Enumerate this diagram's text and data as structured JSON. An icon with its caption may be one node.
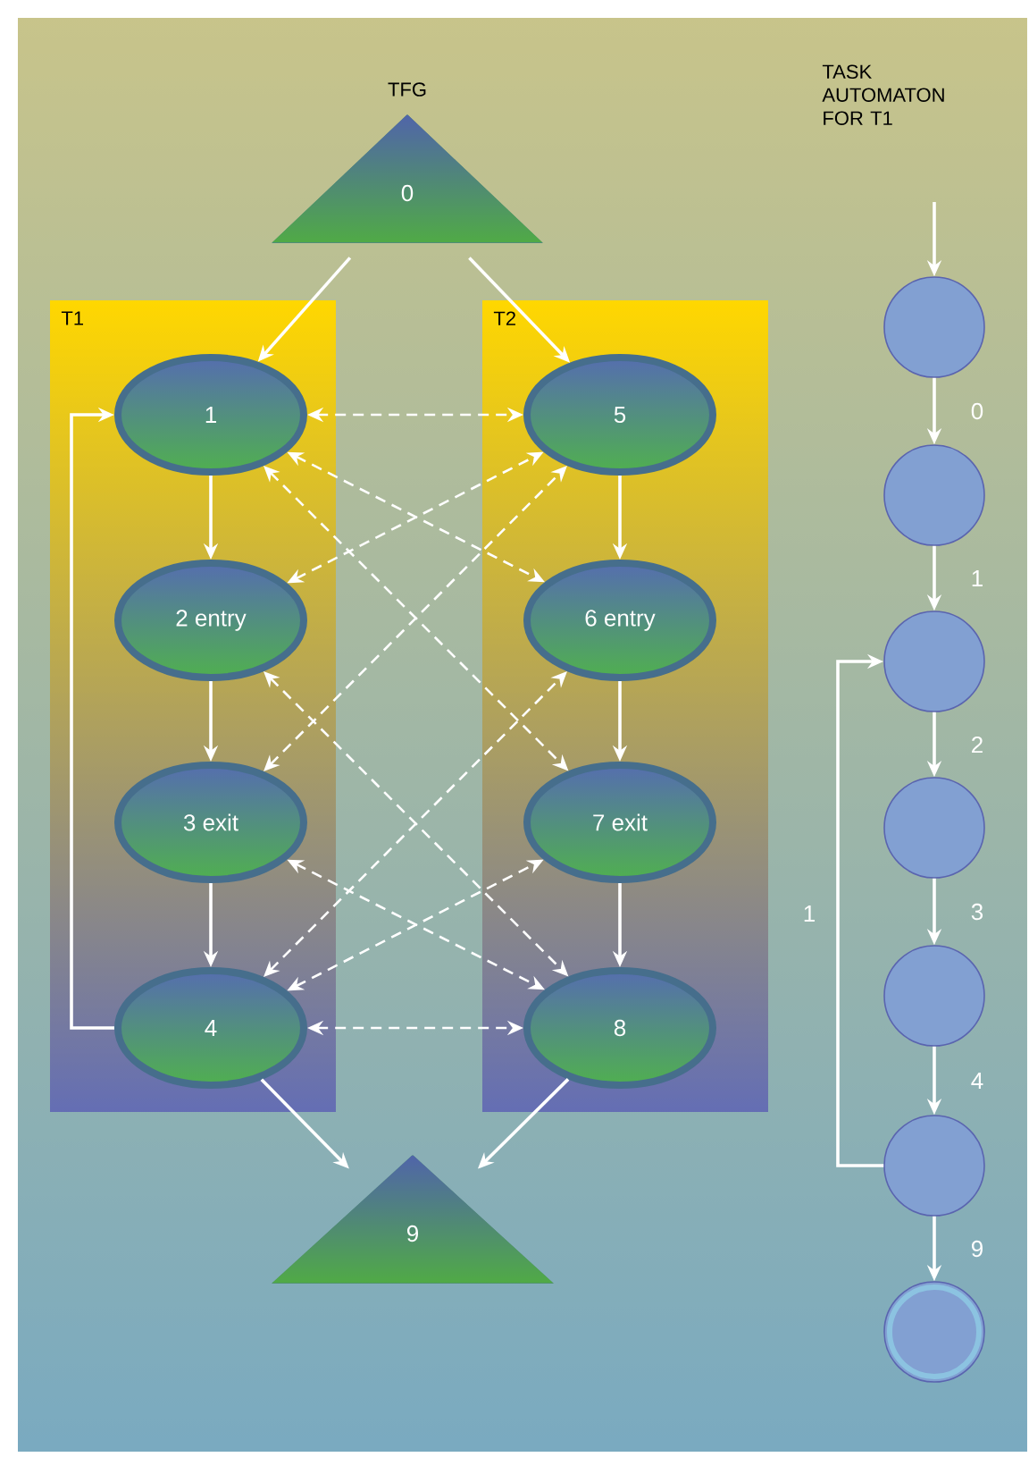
{
  "diagram": {
    "nodes": [
      {
        "text": [
          "TFG",
          "0"
        ]
      },
      {
        "text": [
          "T1"
        ]
      },
      {
        "text": [
          "1"
        ],
        "in": 1
      },
      {
        "text": [
          "2 entry"
        ],
        "in": 1
      },
      {
        "text": [
          "3 exit"
        ],
        "in": 1
      },
      {
        "text": [
          "4"
        ],
        "in": 1
      },
      {
        "text": [
          "T2"
        ]
      },
      {
        "text": [
          "5"
        ],
        "in": 6
      },
      {
        "text": [
          "6 entry"
        ],
        "in": 6
      },
      {
        "text": [
          "7 exit"
        ],
        "in": 6
      },
      {
        "text": [
          "8"
        ],
        "in": 6
      },
      {
        "text": [
          "9"
        ]
      },
      {
        "text": [],
        "shape": "circle"
      },
      {
        "text": [],
        "shape": "circle"
      },
      {
        "text": [],
        "shape": "circle"
      },
      {
        "text": [],
        "shape": "circle"
      },
      {
        "text": [],
        "shape": "circle"
      },
      {
        "text": [],
        "shape": "circle"
      },
      {
        "text": [],
        "shape": "circle"
      }
    ],
    "edges": [
      {
        "from": 0,
        "to": 2,
        "arrow": "to"
      },
      {
        "from": 0,
        "to": 7,
        "arrow": "to"
      },
      {
        "from": 2,
        "to": 3,
        "arrow": "to"
      },
      {
        "from": 3,
        "to": 4,
        "arrow": "to"
      },
      {
        "from": 4,
        "to": 5,
        "arrow": "to"
      },
      {
        "from": 5,
        "to": 2,
        "arrow": "to"
      },
      {
        "from": 7,
        "to": 8,
        "arrow": "to"
      },
      {
        "from": 8,
        "to": 9,
        "arrow": "to"
      },
      {
        "from": 9,
        "to": 10,
        "arrow": "to"
      },
      {
        "from": 5,
        "to": 11,
        "arrow": "to"
      },
      {
        "from": 10,
        "to": 11,
        "arrow": "to"
      },
      {
        "from": 2,
        "to": 7,
        "arrow": "both",
        "style": "dashed"
      },
      {
        "from": 5,
        "to": 10,
        "arrow": "both",
        "style": "dashed"
      },
      {
        "from": 2,
        "to": 8,
        "arrow": "both",
        "style": "dashed"
      },
      {
        "from": 2,
        "to": 9,
        "arrow": "both",
        "style": "dashed"
      },
      {
        "from": 3,
        "to": 10,
        "arrow": "both",
        "style": "dashed"
      },
      {
        "from": 4,
        "to": 10,
        "arrow": "both",
        "style": "dashed"
      },
      {
        "from": 3,
        "to": 7,
        "arrow": "both",
        "style": "dashed"
      },
      {
        "from": 5,
        "to": 9,
        "arrow": "both",
        "style": "dashed"
      },
      {
        "from": 4,
        "to": 7,
        "arrow": "both",
        "style": "dashed"
      },
      {
        "from": 5,
        "to": 8,
        "arrow": "both",
        "style": "dashed"
      },
      {
        "from": null,
        "to": 12,
        "arrow": "to"
      },
      {
        "from": 12,
        "to": 13,
        "arrow": "to",
        "label": "0"
      },
      {
        "from": 13,
        "to": 14,
        "arrow": "to",
        "label": "1"
      },
      {
        "from": 14,
        "to": 15,
        "arrow": "to",
        "label": "2"
      },
      {
        "from": 15,
        "to": 16,
        "arrow": "to",
        "label": "3"
      },
      {
        "from": 16,
        "to": 17,
        "arrow": "to",
        "label": "4"
      },
      {
        "from": 17,
        "to": 14,
        "arrow": "to",
        "label": "1"
      },
      {
        "from": 17,
        "to": 18,
        "arrow": "to",
        "label": "9"
      }
    ],
    "labels": [
      "TASK AUTOMATON FOR T1"
    ]
  }
}
